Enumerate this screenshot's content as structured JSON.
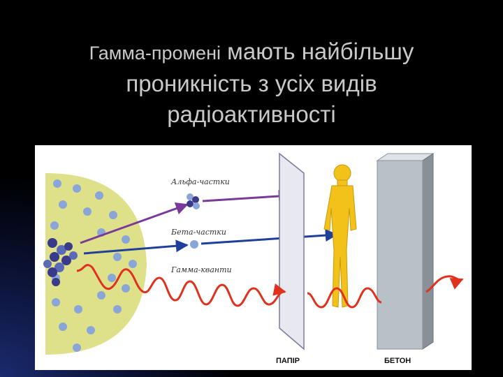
{
  "slide": {
    "title_part1": "Гамма-промені",
    "title_part2": "мають найбільшу",
    "title_line2": "проникність з усіх видів",
    "title_line3": "радіоактивності"
  },
  "diagram": {
    "alpha_label": "Альфа-частки",
    "beta_label": "Бета-частки",
    "gamma_label": "Гамма-кванти",
    "paper_label": "ПАПІР",
    "concrete_label": "БЕТОН",
    "colors": {
      "alpha": "#7a3a9a",
      "beta": "#1f3f9a",
      "gamma": "#e0301e",
      "source_fill": "#dfe08a",
      "particle": "#8aa6d6",
      "nucleus": "#3a3a8a",
      "person": "#f2c21a",
      "concrete": "#b8c0c8"
    }
  }
}
